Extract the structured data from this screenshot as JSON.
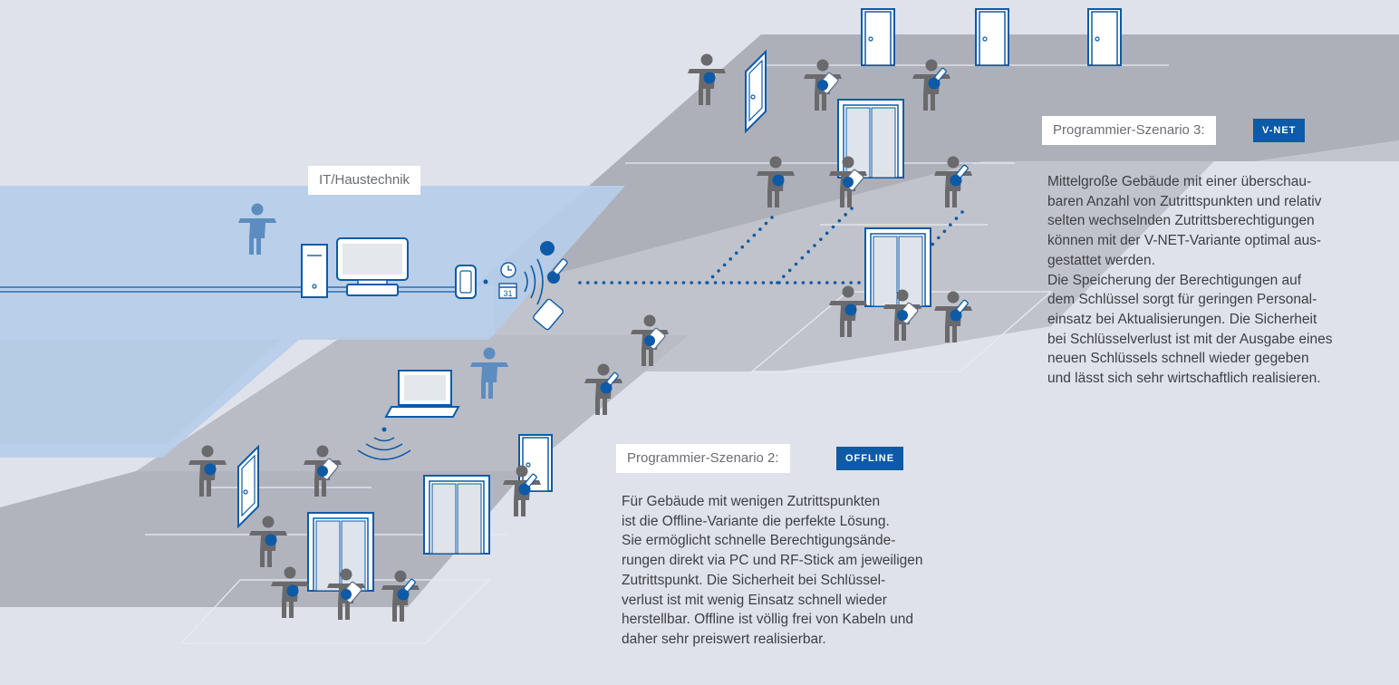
{
  "it_label": "IT/Haustechnik",
  "scenario3": {
    "label": "Programmier-Szenario 3:",
    "badge": "V-NET",
    "lines": [
      "Mittelgroße Gebäude mit einer überschau-",
      "baren Anzahl von Zutrittspunkten und relativ",
      "selten wechselnden Zutrittsberechtigungen",
      "können mit der V-NET-Variante optimal aus-",
      "gestattet werden.",
      "Die Speicherung der Berechtigungen auf",
      "dem Schlüssel sorgt für geringen Personal-",
      "einsatz bei Aktualisierungen. Die Sicherheit",
      "bei Schlüsselverlust ist mit der Ausgabe eines",
      "neuen Schlüssels schnell wieder gegeben",
      "und lässt sich sehr wirtschaftlich realisieren."
    ]
  },
  "scenario2": {
    "label": "Programmier-Szenario 2:",
    "badge": "OFFLINE",
    "lines": [
      "Für Gebäude mit wenigen Zutrittspunkten",
      "ist die Offline-Variante die perfekte Lösung.",
      "Sie ermöglicht schnelle Berechtigungsände-",
      "rungen direkt via PC und RF-Stick am jeweiligen",
      "Zutrittspunkt. Die Sicherheit bei Schlüssel-",
      "verlust ist mit wenig Einsatz schnell wieder",
      "herstellbar. Offline ist völlig frei von Kabeln und",
      "daher sehr preiswert realisierbar."
    ]
  },
  "calendar_day": "31",
  "colors": {
    "background": "#dfe2ea",
    "floor_dark": "#a8aab3",
    "floor_light": "#bfc2ca",
    "it_zone": "#b6cde8",
    "accent_blue": "#0d5aa7",
    "person_gray": "#6a6a6d",
    "person_blue": "#5d8dc0"
  }
}
